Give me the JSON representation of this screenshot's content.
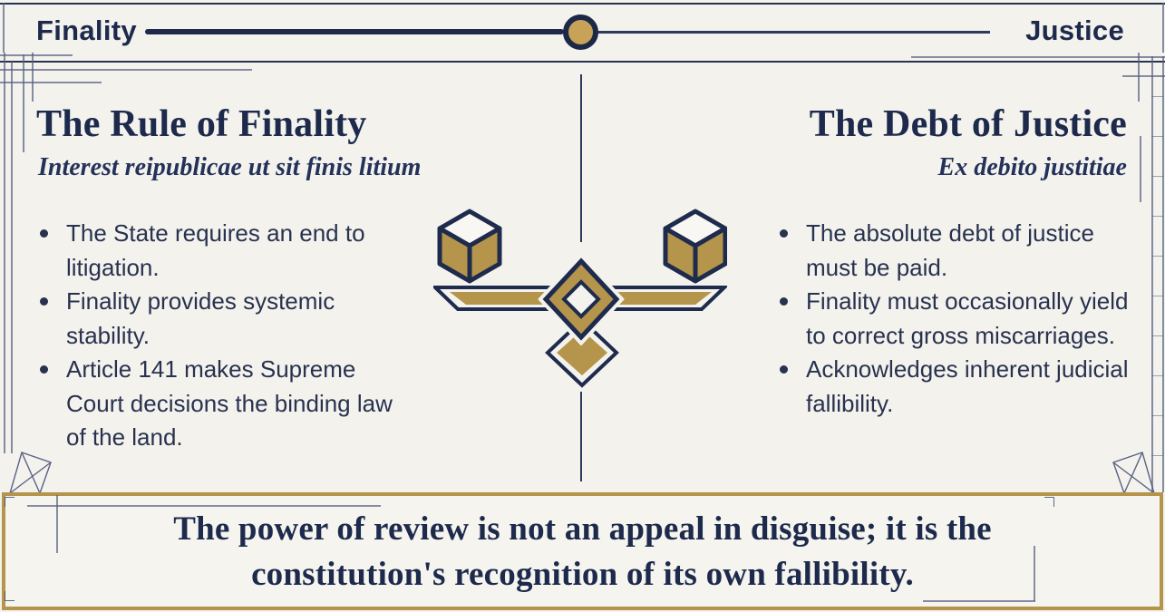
{
  "colors": {
    "background": "#f3f2ed",
    "navy": "#1d2a4c",
    "gold": "#b5944b",
    "knob_gold": "#c8a357"
  },
  "slider": {
    "left_label": "Finality",
    "right_label": "Justice",
    "position_percent": 50
  },
  "left_panel": {
    "title": "The Rule of Finality",
    "subtitle": "Interest reipublicae ut sit finis litium",
    "bullets": [
      "The State requires an end to litigation.",
      "Finality provides systemic stability.",
      "Article 141 makes Supreme Court decisions the binding law of the land."
    ]
  },
  "right_panel": {
    "title": "The Debt of Justice",
    "subtitle": "Ex debito justitiae",
    "bullets": [
      "The absolute debt of justice must be paid.",
      "Finality must occasionally yield to correct gross miscarriages.",
      "Acknowledges inherent judicial fallibility."
    ]
  },
  "quote": {
    "line1": "The power of review is not an appeal in disguise; it is the",
    "line2": "constitution's recognition of its own fallibility."
  },
  "icons": {
    "center": "balance-scale",
    "left_weight": "cube",
    "right_weight": "cube",
    "corner_decor": "gem-wireframe"
  }
}
